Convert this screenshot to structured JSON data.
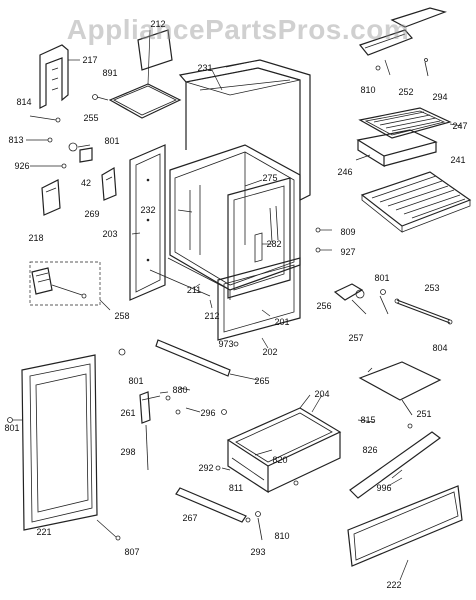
{
  "watermark": "AppliancePartsPros.com",
  "part_labels": [
    {
      "name": "217",
      "text": "217"
    },
    {
      "name": "212-top",
      "text": "212"
    },
    {
      "name": "891",
      "text": "891"
    },
    {
      "name": "231",
      "text": "231"
    },
    {
      "name": "810-top",
      "text": "810"
    },
    {
      "name": "252",
      "text": "252"
    },
    {
      "name": "294",
      "text": "294"
    },
    {
      "name": "814",
      "text": "814"
    },
    {
      "name": "255",
      "text": "255"
    },
    {
      "name": "247",
      "text": "247"
    },
    {
      "name": "813",
      "text": "813"
    },
    {
      "name": "801-upper",
      "text": "801"
    },
    {
      "name": "926",
      "text": "926"
    },
    {
      "name": "42",
      "text": "42"
    },
    {
      "name": "246",
      "text": "246"
    },
    {
      "name": "241",
      "text": "241"
    },
    {
      "name": "275",
      "text": "275"
    },
    {
      "name": "269",
      "text": "269"
    },
    {
      "name": "232",
      "text": "232"
    },
    {
      "name": "218",
      "text": "218"
    },
    {
      "name": "809",
      "text": "809"
    },
    {
      "name": "203",
      "text": "203"
    },
    {
      "name": "282",
      "text": "282"
    },
    {
      "name": "927",
      "text": "927"
    },
    {
      "name": "801-right",
      "text": "801"
    },
    {
      "name": "253",
      "text": "253"
    },
    {
      "name": "211",
      "text": "211"
    },
    {
      "name": "258",
      "text": "258"
    },
    {
      "name": "212",
      "text": "212"
    },
    {
      "name": "201",
      "text": "201"
    },
    {
      "name": "256",
      "text": "256"
    },
    {
      "name": "257",
      "text": "257"
    },
    {
      "name": "804",
      "text": "804"
    },
    {
      "name": "973",
      "text": "973"
    },
    {
      "name": "202",
      "text": "202"
    },
    {
      "name": "801-lower",
      "text": "801"
    },
    {
      "name": "265",
      "text": "265"
    },
    {
      "name": "880",
      "text": "880"
    },
    {
      "name": "261",
      "text": "261"
    },
    {
      "name": "204",
      "text": "204"
    },
    {
      "name": "251",
      "text": "251"
    },
    {
      "name": "296",
      "text": "296"
    },
    {
      "name": "815",
      "text": "815"
    },
    {
      "name": "801-left",
      "text": "801"
    },
    {
      "name": "826",
      "text": "826"
    },
    {
      "name": "298",
      "text": "298"
    },
    {
      "name": "820",
      "text": "820"
    },
    {
      "name": "292",
      "text": "292"
    },
    {
      "name": "996",
      "text": "996"
    },
    {
      "name": "811",
      "text": "811"
    },
    {
      "name": "267",
      "text": "267"
    },
    {
      "name": "810-bottom",
      "text": "810"
    },
    {
      "name": "221",
      "text": "221"
    },
    {
      "name": "807",
      "text": "807"
    },
    {
      "name": "293",
      "text": "293"
    },
    {
      "name": "222",
      "text": "222"
    }
  ]
}
